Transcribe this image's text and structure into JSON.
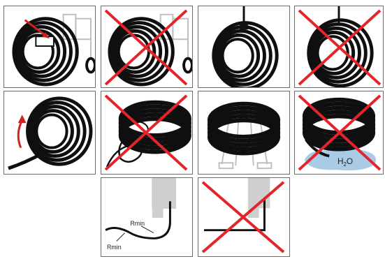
{
  "colors": {
    "coil": "#0f0f0f",
    "cross": "#e3242b",
    "water": "#a9cbe6",
    "frame": "#bfbfbf",
    "arrow": "#d0231f"
  },
  "labels": {
    "rmin_upper": "Rmin",
    "rmin_lower": "Rmin",
    "h2o": "H2O",
    "h2o_base": "H",
    "h2o_sub": "2",
    "h2o_tail": "O"
  }
}
